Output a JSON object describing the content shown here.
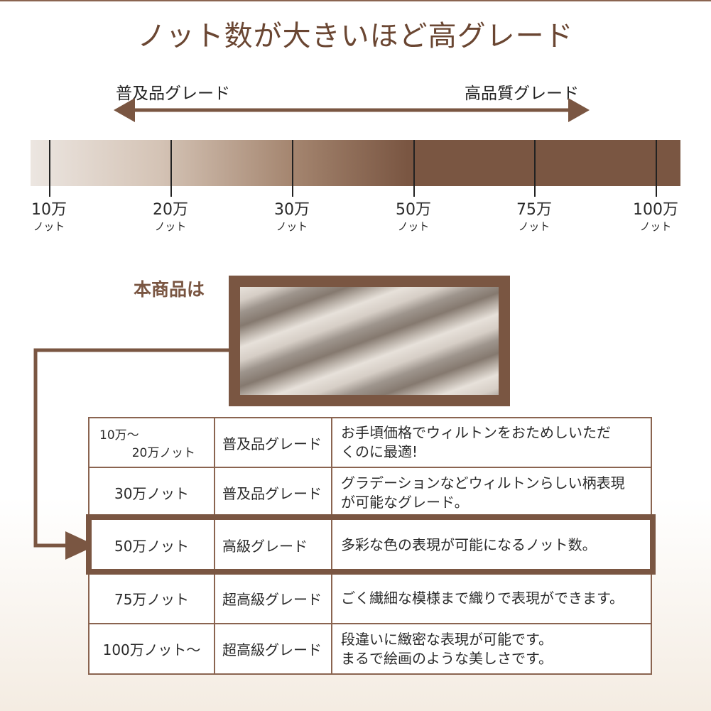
{
  "title": "ノット数が大きいほど高グレード",
  "scale": {
    "left_label": "普及品グレード",
    "right_label": "高品質グレード",
    "ticks": [
      {
        "value": "10万",
        "unit": "ノット"
      },
      {
        "value": "20万",
        "unit": "ノット"
      },
      {
        "value": "30万",
        "unit": "ノット"
      },
      {
        "value": "50万",
        "unit": "ノット"
      },
      {
        "value": "75万",
        "unit": "ノット"
      },
      {
        "value": "100万",
        "unit": "ノット"
      }
    ]
  },
  "product_label": "本商品は",
  "table": {
    "rows": [
      {
        "knots_line1": "10万〜",
        "knots_line2": "20万ノット",
        "grade": "普及品グレード",
        "desc_line1": "お手頃価格でウィルトンをおためしいただ",
        "desc_line2": "くのに最適!"
      },
      {
        "knots_line1": "30万ノット",
        "grade": "普及品グレード",
        "desc_line1": "グラデーションなどウィルトンらしい柄表現",
        "desc_line2": "が可能なグレード。"
      },
      {
        "knots_line1": "50万ノット",
        "grade": "高級グレード",
        "desc_line1": "多彩な色の表現が可能になるノット数。"
      },
      {
        "knots_line1": "75万ノット",
        "grade": "超高級グレード",
        "desc_line1": "ごく繊細な模様まで織りで表現ができます。"
      },
      {
        "knots_line1": "100万ノット〜",
        "grade": "超高級グレード",
        "desc_line1": "段違いに緻密な表現が可能です。",
        "desc_line2": "まるで絵画のような美しさです。"
      }
    ],
    "highlighted_row": 2
  },
  "colors": {
    "brand": "#7a5642"
  }
}
